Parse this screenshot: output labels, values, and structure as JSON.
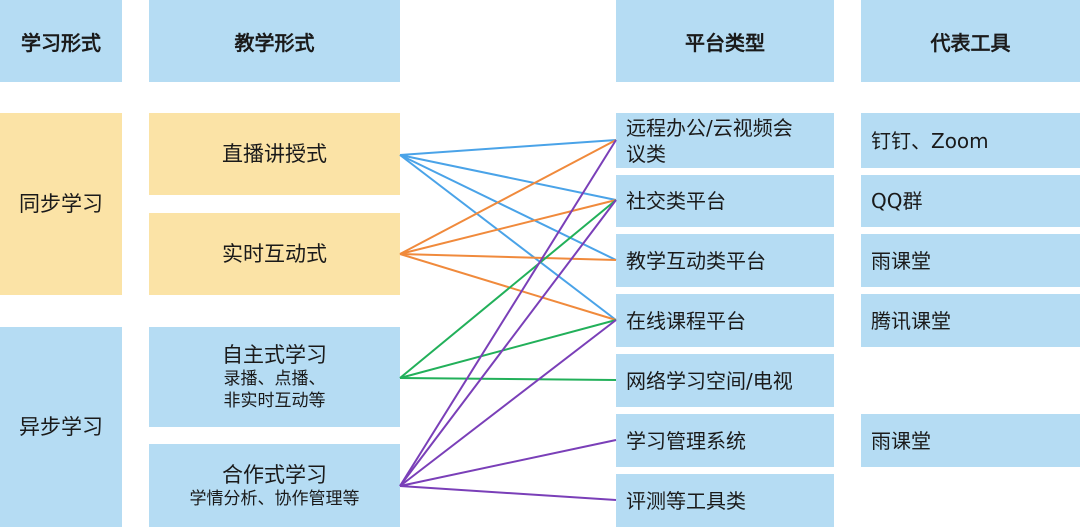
{
  "headers": {
    "learning_form": "学习形式",
    "teaching_form": "教学形式",
    "platform_type": "平台类型",
    "tools": "代表工具"
  },
  "learning_forms": [
    "同步学习",
    "异步学习"
  ],
  "teaching_forms": [
    {
      "title": "直播讲授式",
      "sub1": "",
      "sub2": ""
    },
    {
      "title": "实时互动式",
      "sub1": "",
      "sub2": ""
    },
    {
      "title": "自主式学习",
      "sub1": "录播、点播、",
      "sub2": "非实时互动等"
    },
    {
      "title": "合作式学习",
      "sub1": "学情分析、协作管理等",
      "sub2": ""
    }
  ],
  "platforms": [
    {
      "line1": "远程办公/云视频会",
      "line2": "议类"
    },
    {
      "line1": "社交类平台",
      "line2": ""
    },
    {
      "line1": "教学互动类平台",
      "line2": ""
    },
    {
      "line1": "在线课程平台",
      "line2": ""
    },
    {
      "line1": "网络学习空间/电视",
      "line2": ""
    },
    {
      "line1": "学习管理系统",
      "line2": ""
    },
    {
      "line1": "评测等工具类",
      "line2": ""
    }
  ],
  "tools": [
    "钉钉、Zoom",
    "QQ群",
    "雨课堂",
    "腾讯课堂",
    "雨课堂"
  ],
  "colors": {
    "header_bg": "#b5dcf3",
    "sync_bg": "#fbe3a6",
    "line_live": "#4aa3e8",
    "line_interactive": "#f08a3c",
    "line_self": "#22b05a",
    "line_coop": "#7a3fb8"
  },
  "links": [
    {
      "from": 0,
      "to": [
        0,
        1,
        2,
        3
      ],
      "color": "line_live"
    },
    {
      "from": 1,
      "to": [
        0,
        1,
        2,
        3
      ],
      "color": "line_interactive"
    },
    {
      "from": 2,
      "to": [
        1,
        3,
        4
      ],
      "color": "line_self"
    },
    {
      "from": 3,
      "to": [
        0,
        1,
        3,
        5,
        6
      ],
      "color": "line_coop"
    }
  ]
}
